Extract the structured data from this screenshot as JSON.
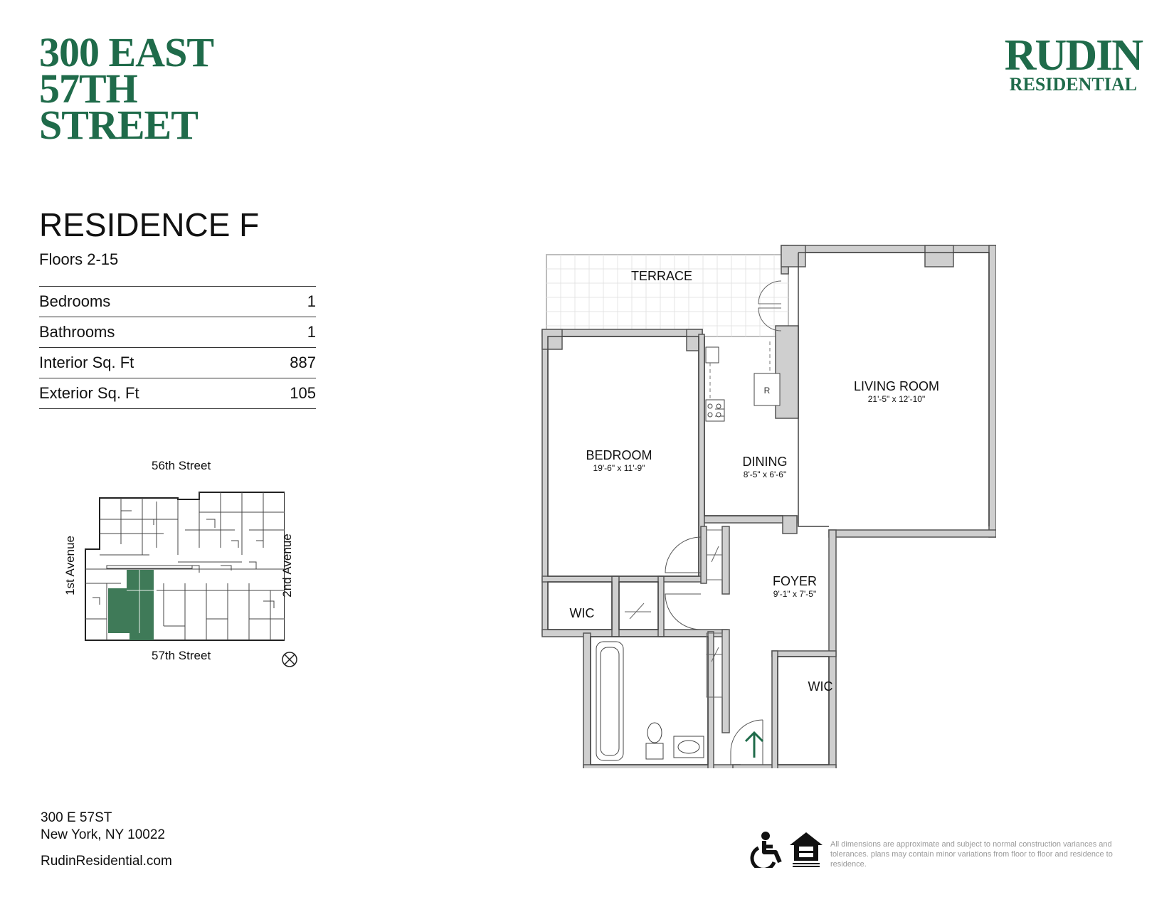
{
  "header": {
    "building_lines": [
      "300 EAST",
      "57TH",
      "STREET"
    ],
    "logo_main": "RUDIN",
    "logo_sub": "RESIDENTIAL"
  },
  "residence": {
    "title": "RESIDENCE F",
    "floors": "Floors 2-15",
    "specs": [
      {
        "label": "Bedrooms",
        "value": "1"
      },
      {
        "label": "Bathrooms",
        "value": "1"
      },
      {
        "label": "Interior Sq. Ft",
        "value": "887"
      },
      {
        "label": "Exterior Sq. Ft",
        "value": "105"
      }
    ]
  },
  "keyplan": {
    "north_street": "56th Street",
    "south_street": "57th Street",
    "west_avenue": "1st Avenue",
    "east_avenue": "2nd Avenue",
    "highlight_color": "#3f7a58"
  },
  "floorplan": {
    "rooms": [
      {
        "key": "terrace",
        "label": "TERRACE",
        "dims": ""
      },
      {
        "key": "living",
        "label": "LIVING ROOM",
        "dims": "21'-5\" x 12'-10\""
      },
      {
        "key": "bedroom",
        "label": "BEDROOM",
        "dims": "19'-6\" x 11'-9\""
      },
      {
        "key": "dining",
        "label": "DINING",
        "dims": "8'-5\" x 6'-6\""
      },
      {
        "key": "foyer",
        "label": "FOYER",
        "dims": "9'-1\" x 7'-5\""
      },
      {
        "key": "wic1",
        "label": "WIC",
        "dims": ""
      },
      {
        "key": "wic2",
        "label": "WIC",
        "dims": ""
      }
    ],
    "fridge_mark": "R",
    "entry_arrow_color": "#1f6b4a"
  },
  "footer": {
    "address_line1": "300 E 57ST",
    "address_line2": "New York, NY 10022",
    "website": "RudinResidential.com",
    "disclaimer": "All dimensions are approximate and subject to normal construction variances and tolerances. plans may contain minor variations from floor to floor and residence to residence.",
    "icons": [
      "accessibility-icon",
      "equal-housing-opportunity-icon"
    ]
  },
  "colors": {
    "brand_green": "#1f6b4a",
    "wall_gray": "#cfcfcf"
  }
}
